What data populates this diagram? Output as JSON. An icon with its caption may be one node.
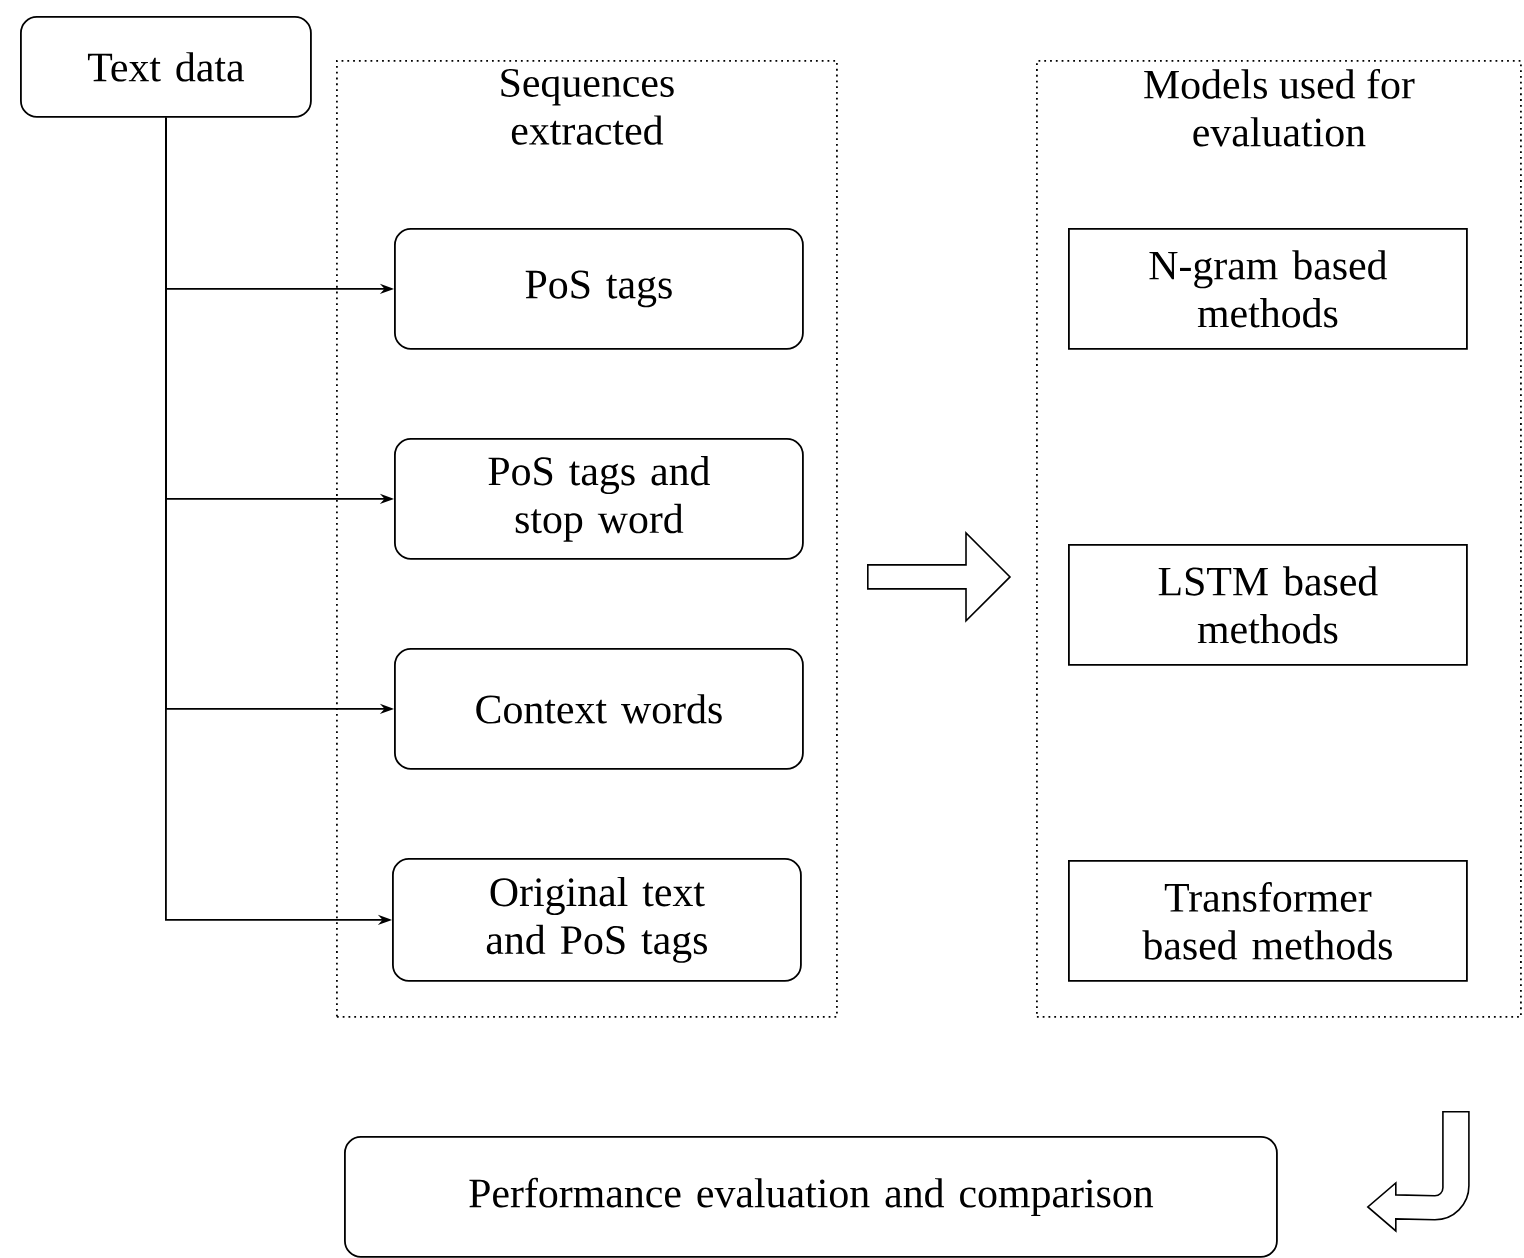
{
  "diagram": {
    "nodes": [
      {
        "text": [
          "Text data"
        ]
      },
      {
        "text": [
          "Sequences extracted"
        ]
      },
      {
        "text": [
          "PoS tags"
        ],
        "in": 1
      },
      {
        "text": [
          "PoS tags and stop word"
        ],
        "in": 1
      },
      {
        "text": [
          "Context words"
        ],
        "in": 1
      },
      {
        "text": [
          "Original text and PoS tags"
        ],
        "in": 1
      },
      {
        "text": [
          "Models used for evaluation"
        ]
      },
      {
        "text": [
          "N-gram based methods"
        ],
        "in": 6
      },
      {
        "text": [
          "LSTM based methods"
        ],
        "in": 6
      },
      {
        "text": [
          "Transformer based methods"
        ],
        "in": 6
      },
      {
        "text": [
          "Performance evaluation and comparison"
        ]
      }
    ],
    "edges": [
      {
        "from": 0,
        "to": 2,
        "arrow": "to"
      },
      {
        "from": 0,
        "to": 3,
        "arrow": "to"
      },
      {
        "from": 0,
        "to": 4,
        "arrow": "to"
      },
      {
        "from": 0,
        "to": 5,
        "arrow": "to"
      },
      {
        "from": 1,
        "to": 6,
        "arrow": "to"
      },
      {
        "from": 6,
        "to": 10,
        "arrow": "to"
      }
    ]
  }
}
